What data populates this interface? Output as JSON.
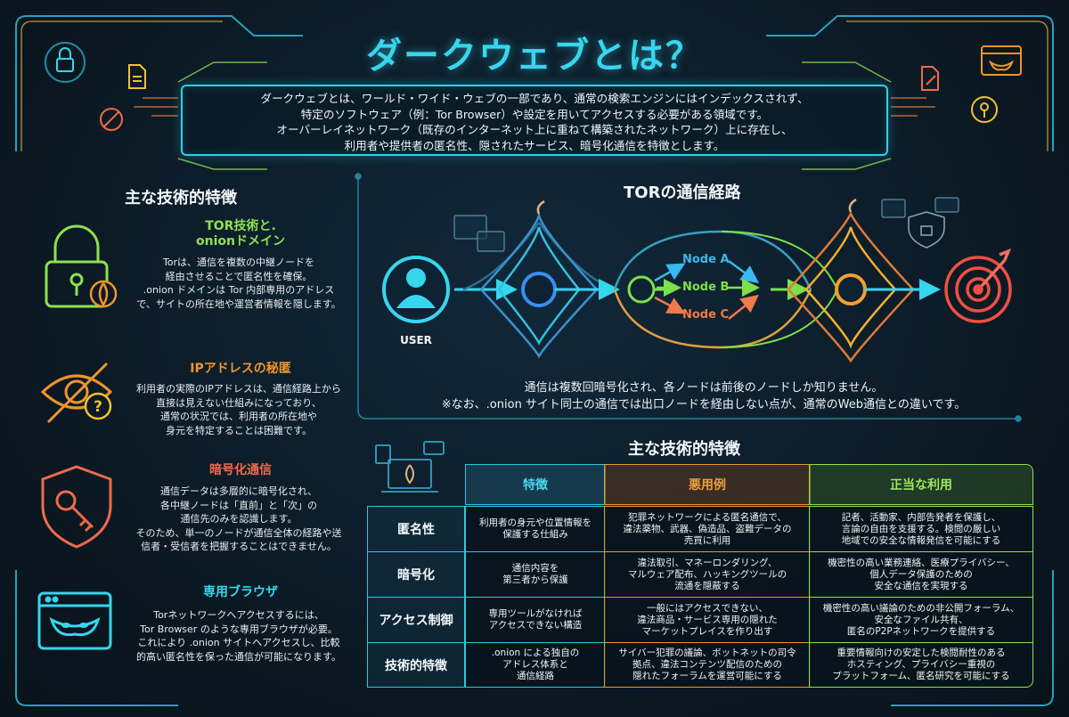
{
  "title": "ダークウェブとは？",
  "intro": {
    "lines": [
      "ダークウェブとは、ワールド・ワイド・ウェブの一部であり、通常の検索エンジンにはインデックスされず、",
      "特定のソフトウェア（例：Tor Browser）や設定を用いてアクセスする必要がある領域です。",
      "オーバーレイネットワーク（既存のインターネット上に重ねて構築されたネットワーク）上に存在し、",
      "利用者や提供者の匿名性、隠されたサービス、暗号化通信を特徴とします。"
    ]
  },
  "features": {
    "title": "主な技術的特徴",
    "items": [
      {
        "icon": "padlock-onion-icon",
        "heading_lines": [
          "TOR技術と.",
          "onionドメイン"
        ],
        "color": "#f2c230",
        "body": [
          "Torは、通信を複数の中継ノードを",
          "経由させることで匿名性を確保。",
          ".onion ドメインは Tor 内部専用のアドレス",
          "で、サイトの所在地や運営者情報を隠します。"
        ]
      },
      {
        "icon": "hidden-eye-icon",
        "heading_lines": [
          "IPアドレスの秘匿"
        ],
        "color": "#f0952c",
        "body": [
          "利用者の実際のIPアドレスは、通信経路上から",
          "直接は見えない仕組みになっており、",
          "通常の状況では、利用者の所在地や",
          "身元を特定することは困難です。"
        ]
      },
      {
        "icon": "shield-key-icon",
        "heading_lines": [
          "暗号化通信"
        ],
        "color": "#f06a4a",
        "body": [
          "通信データは多層的に暗号化され、",
          "各中継ノードは「直前」と「次」の",
          "通信先のみを認識します。",
          "そのため、単一のノードが通信全体の経路や送",
          "信者・受信者を把握することはできません。"
        ]
      },
      {
        "icon": "browser-mask-icon",
        "heading_lines": [
          "専用ブラウザ"
        ],
        "color": "#36d6ee",
        "body": [
          "Torネットワークへアクセスするには、",
          "Tor Browser のような専用ブラウザが必要。",
          "これにより .onion サイトへアクセスし、比較",
          "的高い匿名性を保った通信が可能になります。"
        ]
      }
    ]
  },
  "tor_route": {
    "title": "TORの通信経路",
    "user_label": "USER",
    "nodes": [
      {
        "label": "Node A",
        "color": "#3ab8f0"
      },
      {
        "label": "Node B",
        "color": "#7ee04a"
      },
      {
        "label": "Node C",
        "color": "#f07a4a"
      }
    ],
    "caption": [
      "通信は複数回暗号化され、各ノードは前後のノードしか知りません。",
      "※なお、.onion サイト同士の通信では出口ノードを経由しない点が、通常のWeb通信との違いです。"
    ]
  },
  "table": {
    "title": "主な技術的特徴",
    "headers": [
      {
        "label": "特徴",
        "color": "#2ac8e0"
      },
      {
        "label": "悪用例",
        "color": "#f0952c"
      },
      {
        "label": "正当な利用",
        "color": "#8ee050"
      }
    ],
    "rows": [
      {
        "label": "匿名性",
        "feature": [
          "利用者の身元や位置情報を",
          "保護する仕組み"
        ],
        "abuse": [
          "犯罪ネットワークによる匿名通信で、",
          "違法薬物、武器、偽造品、盗難データの",
          "売買に利用"
        ],
        "legit": [
          "記者、活動家、内部告発者を保護し、",
          "言論の自由を支援する。検閲の厳しい",
          "地域での安全な情報発信を可能にする"
        ]
      },
      {
        "label": "暗号化",
        "feature": [
          "通信内容を",
          "第三者から保護"
        ],
        "abuse": [
          "違法取引、マネーロンダリング、",
          "マルウェア配布、ハッキングツールの",
          "流通を隠蔽する"
        ],
        "legit": [
          "機密性の高い業務連絡、医療プライバシー、",
          "個人データ保護のための",
          "安全な通信を実現する"
        ]
      },
      {
        "label": "アクセス制御",
        "feature": [
          "専用ツールがなければ",
          "アクセスできない構造"
        ],
        "abuse": [
          "一般にはアクセスできない、",
          "違法商品・サービス専用の隠れた",
          "マーケットプレイスを作り出す"
        ],
        "legit": [
          "機密性の高い議論のための非公開フォーラム、",
          "安全なファイル共有、",
          "匿名のP2Pネットワークを提供する"
        ]
      },
      {
        "label": "技術的特徴",
        "feature": [
          ".onion による独自の",
          "アドレス体系と",
          "通信経路"
        ],
        "abuse": [
          "サイバー犯罪の議論、ボットネットの司令",
          "拠点、違法コンテンツ配信のための",
          "隠れたフォーラムを運営可能にする"
        ],
        "legit": [
          "重要情報向けの安定した検閲耐性のある",
          "ホスティング、プライバシー重視の",
          "プラットフォーム、匿名研究を可能にする"
        ]
      }
    ]
  }
}
